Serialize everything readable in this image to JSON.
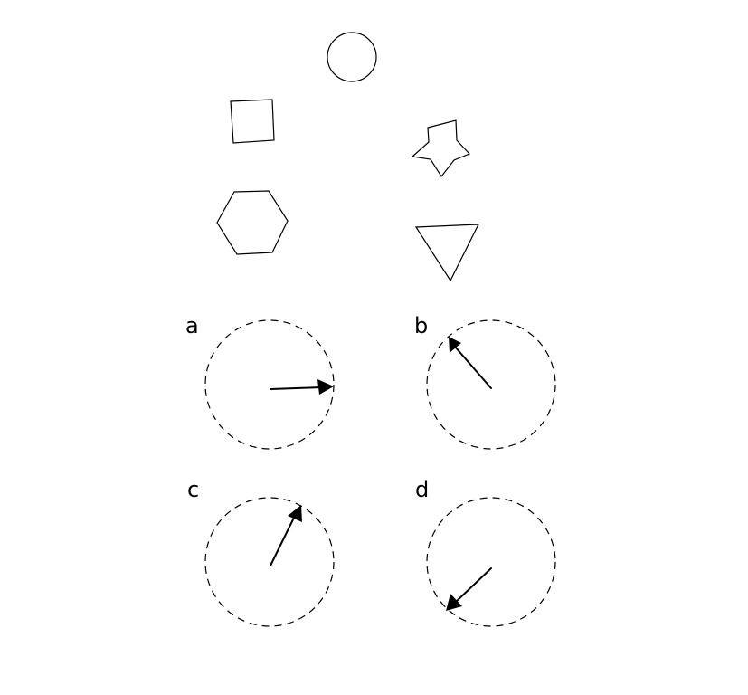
{
  "shapes": [
    {
      "name": "circle"
    },
    {
      "name": "square"
    },
    {
      "name": "star"
    },
    {
      "name": "hexagon"
    },
    {
      "name": "triangle"
    }
  ],
  "dials": [
    {
      "label": "a",
      "arrow_direction": "right"
    },
    {
      "label": "b",
      "arrow_direction": "upper-left"
    },
    {
      "label": "c",
      "arrow_direction": "upper-right"
    },
    {
      "label": "d",
      "arrow_direction": "lower-left"
    }
  ]
}
